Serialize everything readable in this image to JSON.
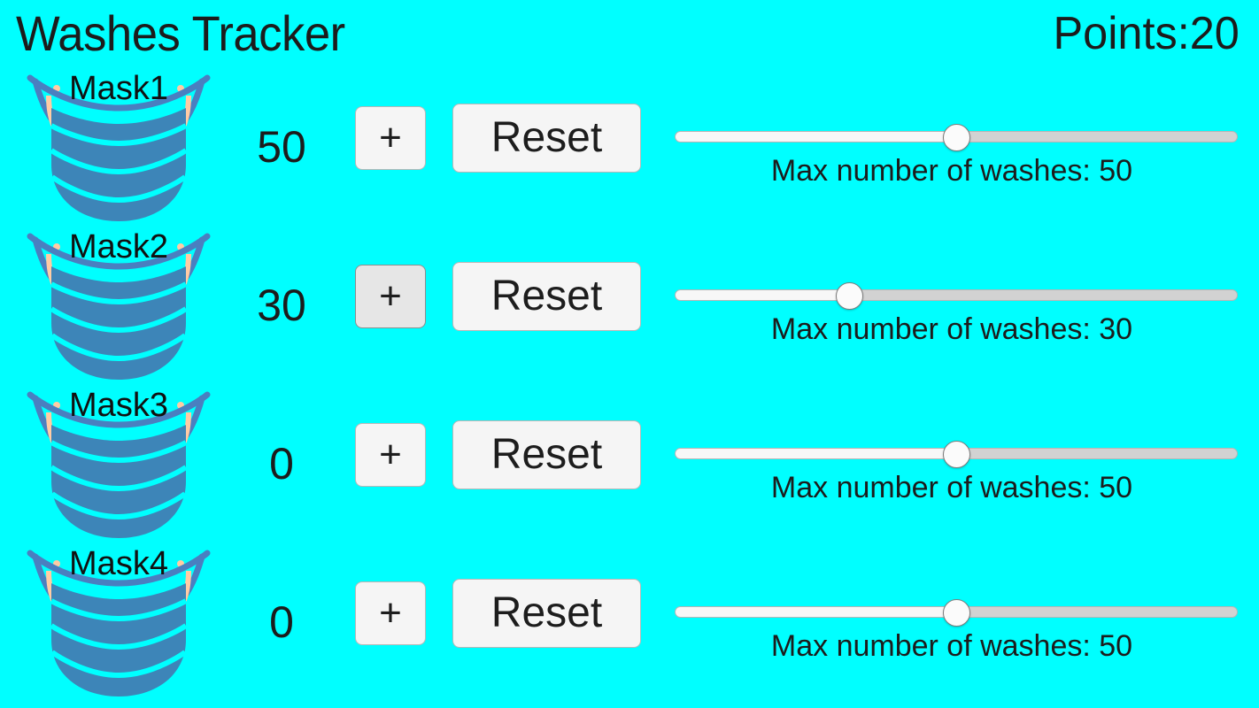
{
  "theme": {
    "background": "#00ffff",
    "text": "#1c1c1c",
    "mask_body": "#3d85b8",
    "mask_strap": "#4a7fc0",
    "mask_accent": "#ffcba4",
    "button_face": "#f5f5f5",
    "button_face_hover": "#e6e6e6",
    "button_border": "#b7b7b7",
    "track_empty": "#d2d2d2",
    "track_fill": "#f7f7f7",
    "thumb": "#fbfbfb"
  },
  "header": {
    "title": "Washes Tracker",
    "points_label": "Points:20"
  },
  "slider": {
    "min": 0,
    "max": 100
  },
  "buttons": {
    "increment_label": "+",
    "reset_label": "Reset"
  },
  "rows": [
    {
      "name": "Mask1",
      "count": "50",
      "slider_value": 50,
      "slider_percent": 50,
      "max_washes_label": "Max number of washes: 50",
      "plus_hover": false
    },
    {
      "name": "Mask2",
      "count": "30",
      "slider_value": 30,
      "slider_percent": 31,
      "max_washes_label": "Max number of washes: 30",
      "plus_hover": true
    },
    {
      "name": "Mask3",
      "count": "0",
      "slider_value": 50,
      "slider_percent": 50,
      "max_washes_label": "Max number of washes: 50",
      "plus_hover": false
    },
    {
      "name": "Mask4",
      "count": "0",
      "slider_value": 50,
      "slider_percent": 50,
      "max_washes_label": "Max number of washes: 50",
      "plus_hover": false
    }
  ],
  "icons": {
    "mask": "face-mask-icon"
  }
}
